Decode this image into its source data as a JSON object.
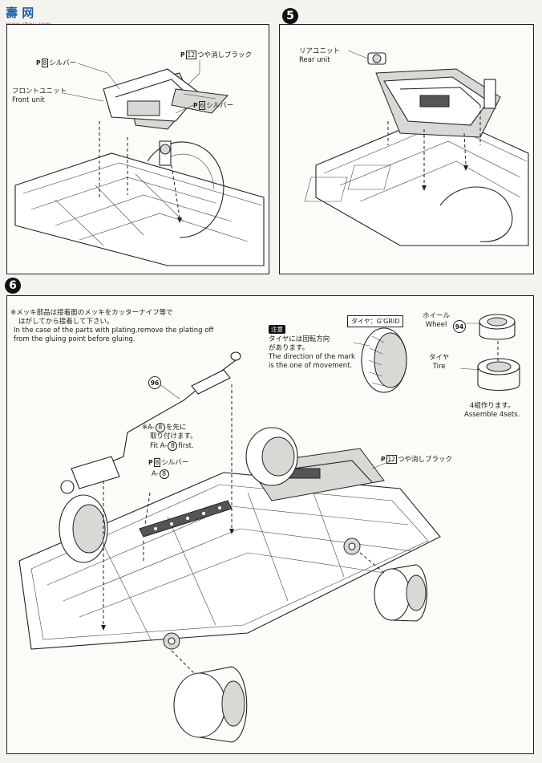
{
  "watermark": {
    "brand_cn": "壽 网",
    "site": "www.shou.com"
  },
  "step4": {
    "silver_top": {
      "code": "8",
      "text": "シルバー"
    },
    "matte_black": {
      "code": "12",
      "text": "つや消しブラック"
    },
    "front_unit_jp": "フロントユニット",
    "front_unit_en": "Front unit",
    "silver_right": {
      "code": "6",
      "text": "シルバー"
    }
  },
  "step5": {
    "number": "5",
    "rear_unit_jp": "リアユニット",
    "rear_unit_en": "Rear unit"
  },
  "step6": {
    "number": "6",
    "plating_note_jp_1": "※メッキ部品は接着面のメッキをカッターナイフ等で",
    "plating_note_jp_2": "はがしてから接着して下さい。",
    "plating_note_en_1": "In the case of the parts with plating,remove the plating off",
    "plating_note_en_2": "from the gluing point before gluing.",
    "caution_badge": "注意",
    "caution_jp_1": "タイヤには回転方向",
    "caution_jp_2": "があります。",
    "caution_en_1": "The direction of the mark",
    "caution_en_2": "is the one of movement.",
    "tire_spec": "タイヤ：G'GRID",
    "wheel_jp": "ホイール",
    "wheel_en": "Wheel",
    "wheel_part": "94",
    "tire_jp": "タイヤ",
    "tire_en": "Tire",
    "assemble_jp": "4組作ります。",
    "assemble_en": "Assemble 4sets.",
    "muffler_part": "96",
    "fit_jp_pre": "※A-",
    "fit_jp_code": "8",
    "fit_jp_post": "を先に",
    "fit_jp_2": "取り付けます。",
    "fit_en_pre": "Fit A-",
    "fit_en_code": "8",
    "fit_en_post": "first.",
    "silver": {
      "code": "8",
      "text": "シルバー"
    },
    "a8_pre": "A-",
    "a8_code": "8",
    "matte_black": {
      "code": "12",
      "text": "つや消しブラック"
    }
  },
  "paint_prefix": "P"
}
